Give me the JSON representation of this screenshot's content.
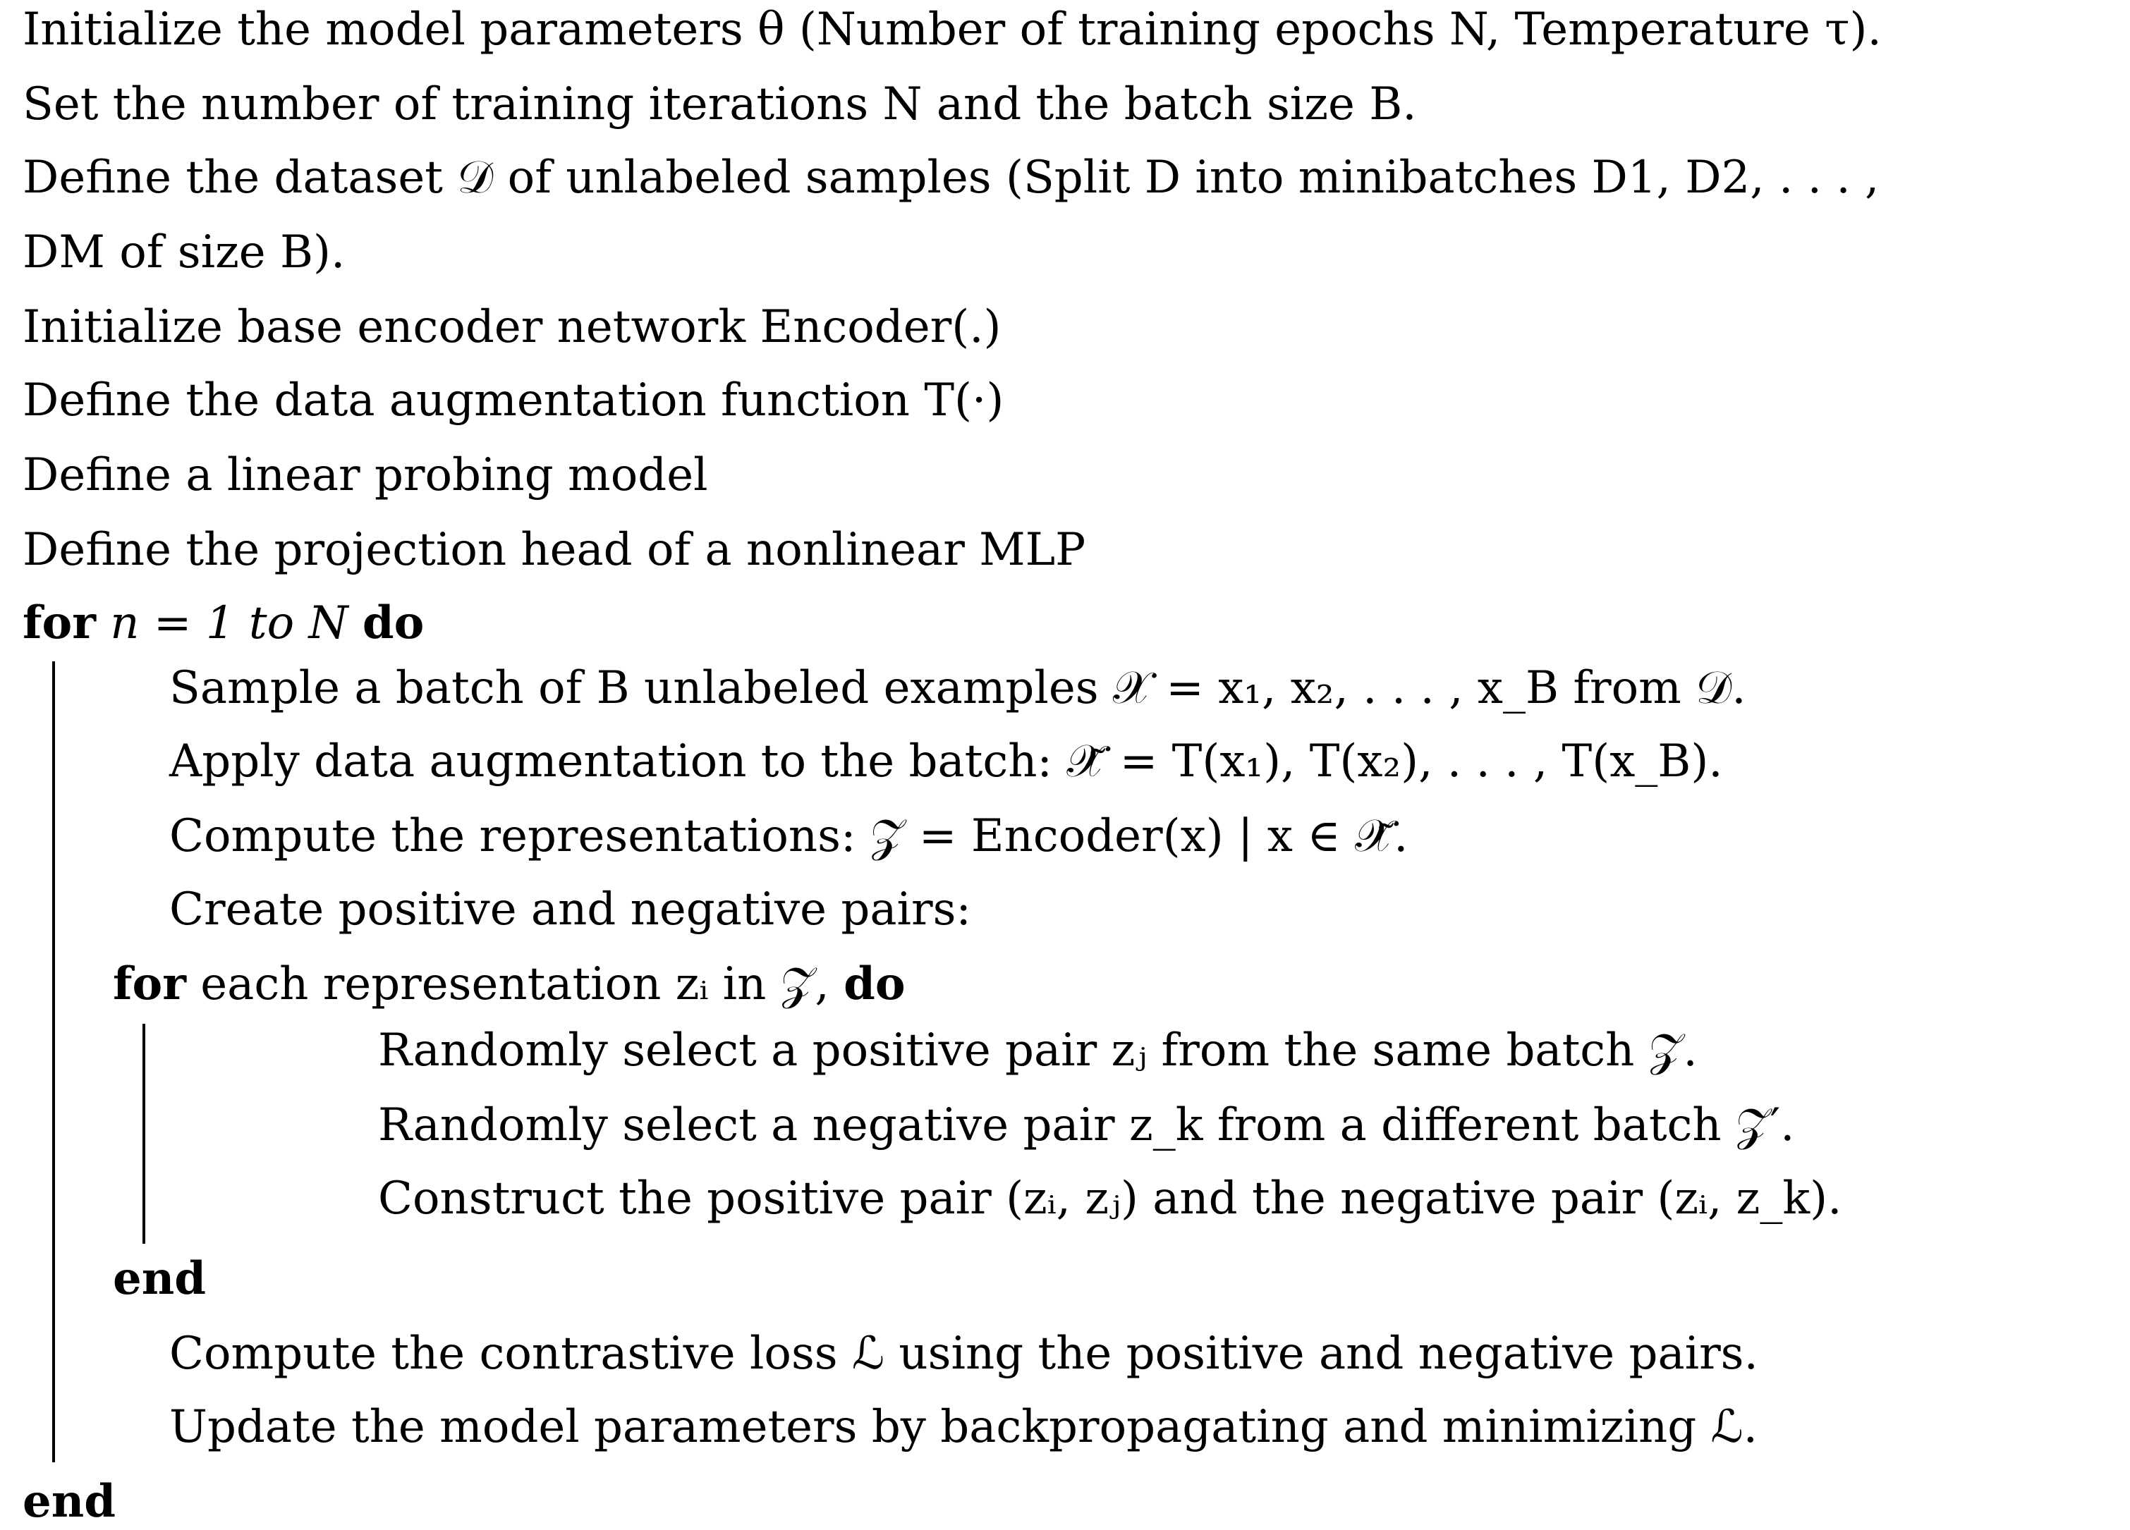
{
  "algorithm": {
    "init_lines": [
      "Initialize the model parameters θ (Number of training epochs N, Temperature τ).",
      "Set the number of training iterations N and the batch size B.",
      "Define the dataset 𝒟 of unlabeled samples (Split D into minibatches D1, D2, . . . ,",
      "DM of size B).",
      "Initialize base encoder network Encoder(.)",
      "Define the data augmentation function T(·)",
      "Define a linear probing model",
      "Define the projection head of a nonlinear MLP"
    ],
    "outer_loop": {
      "header": {
        "keyword": "for",
        "condition": "n = 1 to N",
        "do": "do"
      },
      "body_lines_before_inner": [
        "Sample a batch of B unlabeled examples 𝒳 = x₁, x₂, . . . , x_B from 𝒟.",
        "Apply data augmentation to the batch: 𝒳̃ = T(x₁), T(x₂), . . . , T(x_B).",
        "Compute the representations: 𝒵 = Encoder(x) | x ∈ 𝒳̃.",
        "Create positive and negative pairs:"
      ],
      "inner_loop": {
        "header": {
          "keyword": "for",
          "condition": "each representation zᵢ in 𝒵,",
          "do": "do"
        },
        "body_lines": [
          "Randomly select a positive pair zⱼ from the same batch 𝒵.",
          "Randomly select a negative pair z_k from a different batch 𝒵′.",
          "Construct the positive pair (zᵢ, zⱼ) and the negative pair (zᵢ, z_k)."
        ],
        "end": "end"
      },
      "body_lines_after_inner": [
        "Compute the contrastive loss ℒ using the positive and negative pairs.",
        "Update the model parameters by backpropagating and minimizing ℒ."
      ],
      "end": "end"
    }
  }
}
